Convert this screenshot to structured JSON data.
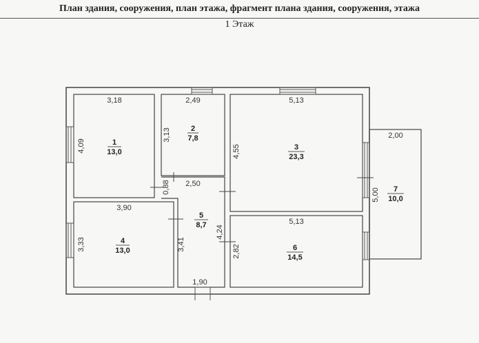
{
  "header": {
    "title": "План здания, сооружения, план этажа, фрагмент плана здания, сооружения, этажа",
    "floor": "1 Этаж"
  },
  "rooms": [
    {
      "id": "r1",
      "number": "1",
      "area": "13,0"
    },
    {
      "id": "r2",
      "number": "2",
      "area": "7,8"
    },
    {
      "id": "r3",
      "number": "3",
      "area": "23,3"
    },
    {
      "id": "r4",
      "number": "4",
      "area": "13,0"
    },
    {
      "id": "r5",
      "number": "5",
      "area": "8,7"
    },
    {
      "id": "r6",
      "number": "6",
      "area": "14,5"
    },
    {
      "id": "r7",
      "number": "7",
      "area": "10,0"
    }
  ],
  "dimensions": {
    "d1_top": "3,18",
    "d1_side": "4,09",
    "d2_top": "2,49",
    "d2_side": "3,13",
    "d3_top": "5,13",
    "d3_side": "4,55",
    "d4_top": "3,90",
    "d4_side": "3,33",
    "d5_top": "2,50",
    "d5_side": "3,41",
    "d5_right": "4,24",
    "d5_bottom": "1,90",
    "d5_small": "0,88",
    "d6_top": "5,13",
    "d6_side": "2,82",
    "d7_top": "2,00",
    "d7_side": "5,00"
  }
}
